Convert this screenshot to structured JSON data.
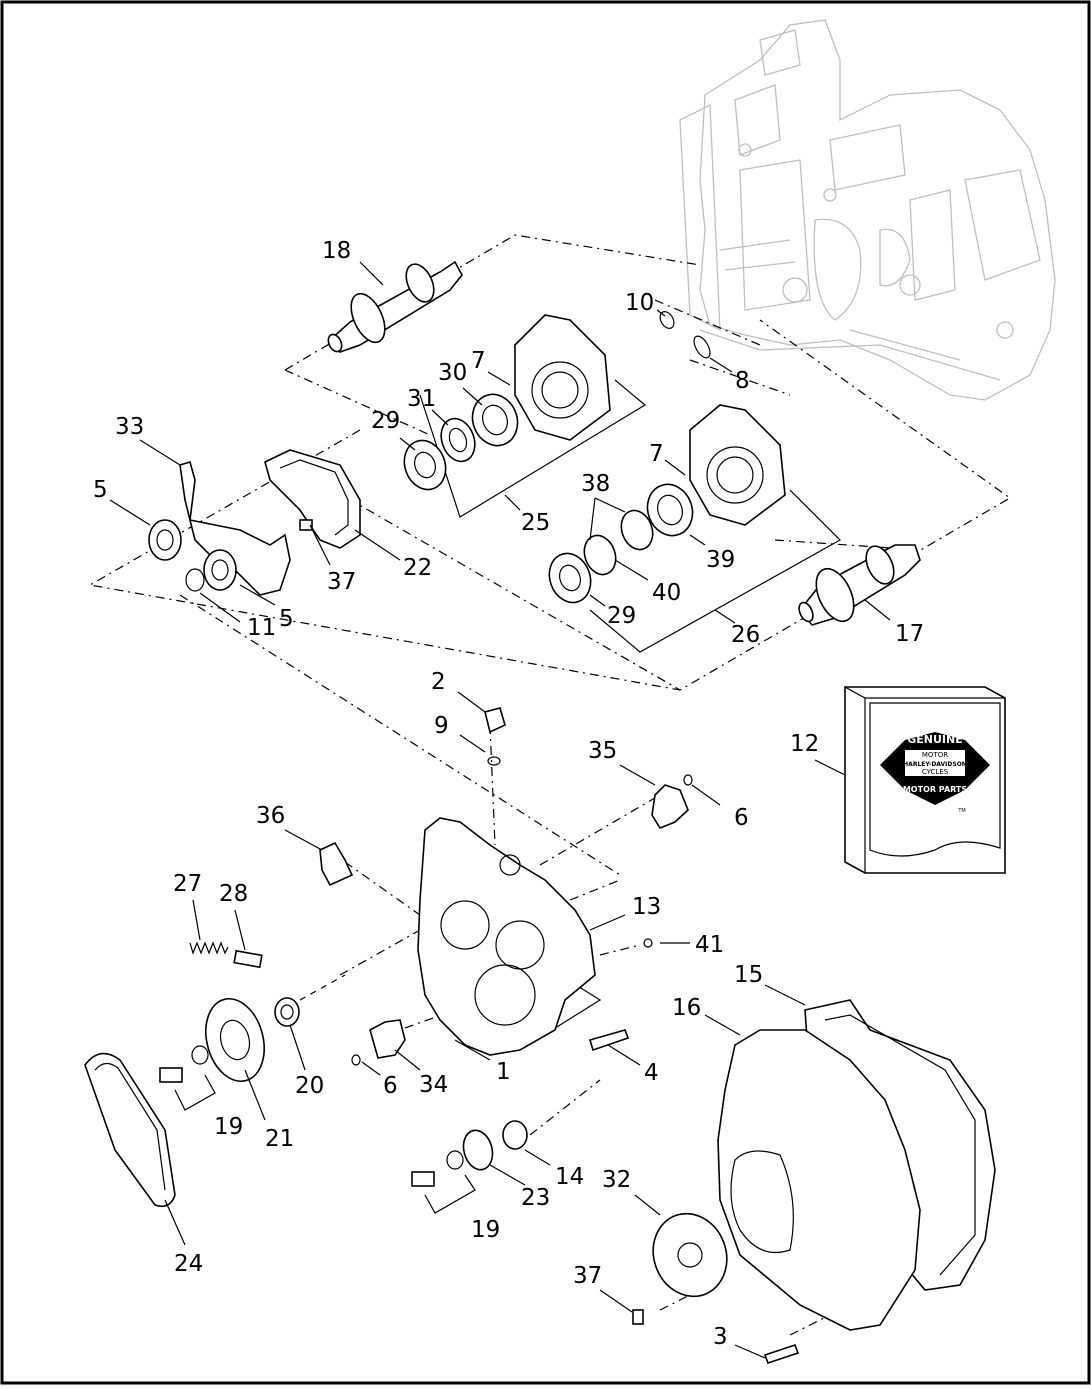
{
  "callouts": [
    {
      "n": "18",
      "label": "18"
    },
    {
      "n": "10",
      "label": "10"
    },
    {
      "n": "8",
      "label": "8"
    },
    {
      "n": "7a",
      "label": "7"
    },
    {
      "n": "30",
      "label": "30"
    },
    {
      "n": "31",
      "label": "31"
    },
    {
      "n": "29a",
      "label": "29"
    },
    {
      "n": "33",
      "label": "33"
    },
    {
      "n": "5a",
      "label": "5"
    },
    {
      "n": "25",
      "label": "25"
    },
    {
      "n": "7b",
      "label": "7"
    },
    {
      "n": "38",
      "label": "38"
    },
    {
      "n": "39",
      "label": "39"
    },
    {
      "n": "22",
      "label": "22"
    },
    {
      "n": "37a",
      "label": "37"
    },
    {
      "n": "5b",
      "label": "5"
    },
    {
      "n": "11",
      "label": "11"
    },
    {
      "n": "40",
      "label": "40"
    },
    {
      "n": "29b",
      "label": "29"
    },
    {
      "n": "26",
      "label": "26"
    },
    {
      "n": "17",
      "label": "17"
    },
    {
      "n": "2",
      "label": "2"
    },
    {
      "n": "9",
      "label": "9"
    },
    {
      "n": "35",
      "label": "35"
    },
    {
      "n": "12",
      "label": "12"
    },
    {
      "n": "6a",
      "label": "6"
    },
    {
      "n": "36",
      "label": "36"
    },
    {
      "n": "27",
      "label": "27"
    },
    {
      "n": "28",
      "label": "28"
    },
    {
      "n": "13",
      "label": "13"
    },
    {
      "n": "41",
      "label": "41"
    },
    {
      "n": "15",
      "label": "15"
    },
    {
      "n": "16",
      "label": "16"
    },
    {
      "n": "20",
      "label": "20"
    },
    {
      "n": "6b",
      "label": "6"
    },
    {
      "n": "34",
      "label": "34"
    },
    {
      "n": "1",
      "label": "1"
    },
    {
      "n": "4",
      "label": "4"
    },
    {
      "n": "19a",
      "label": "19"
    },
    {
      "n": "21",
      "label": "21"
    },
    {
      "n": "14",
      "label": "14"
    },
    {
      "n": "23",
      "label": "23"
    },
    {
      "n": "32",
      "label": "32"
    },
    {
      "n": "19b",
      "label": "19"
    },
    {
      "n": "24",
      "label": "24"
    },
    {
      "n": "37b",
      "label": "37"
    },
    {
      "n": "3",
      "label": "3"
    }
  ],
  "logo": {
    "line1": "GENUINE",
    "line2": "MOTOR",
    "line3": "HARLEY-DAVIDSON",
    "line4": "CYCLES",
    "line5": "MOTOR PARTS",
    "mark": "TM"
  }
}
